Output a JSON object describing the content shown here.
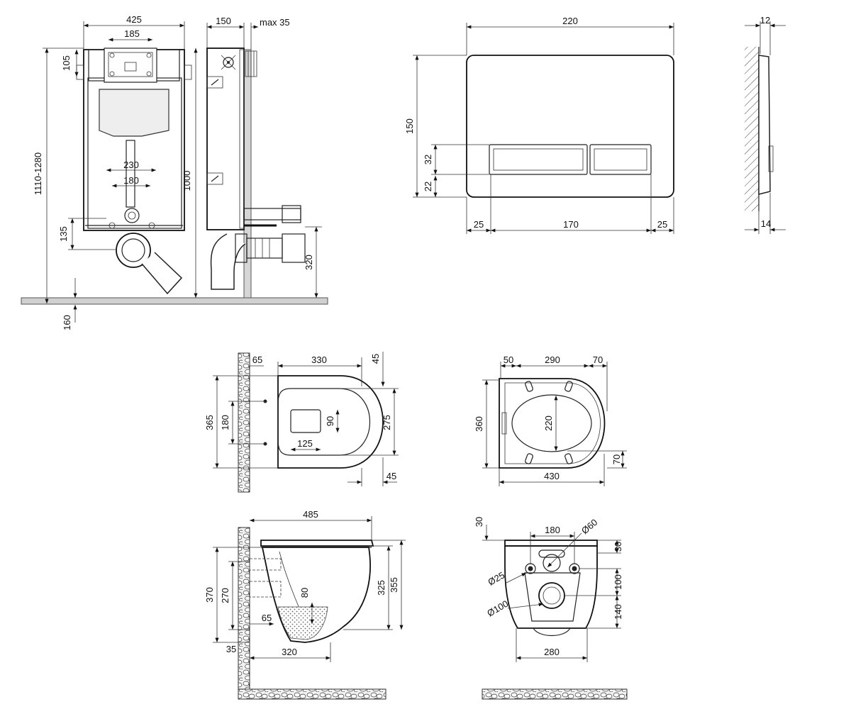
{
  "frame": {
    "front": {
      "w425": "425",
      "w185": "185",
      "h105": "105",
      "h1110": "1110-1280",
      "w230": "230",
      "w180": "180",
      "h135": "135",
      "h160": "160"
    },
    "side": {
      "w150": "150",
      "max35": "max 35",
      "h1000": "1000",
      "h320": "320"
    }
  },
  "plate": {
    "front": {
      "w220": "220",
      "h150": "150",
      "h32": "32",
      "h22": "22",
      "w25a": "25",
      "w170": "170",
      "w25b": "25"
    },
    "side": {
      "w12": "12",
      "w14": "14"
    }
  },
  "toilet_top": {
    "d65": "65",
    "d330": "330",
    "d45a": "45",
    "d365": "365",
    "d180": "180",
    "d90": "90",
    "d125": "125",
    "d275": "275",
    "d45b": "45"
  },
  "seat_top": {
    "d50": "50",
    "d290": "290",
    "d70a": "70",
    "d360": "360",
    "d220": "220",
    "d70b": "70",
    "d430": "430"
  },
  "toilet_side": {
    "d485": "485",
    "d370": "370",
    "d270": "270",
    "d80": "80",
    "d325": "325",
    "d355": "355",
    "d65": "65",
    "d35": "35",
    "d320": "320"
  },
  "toilet_rear": {
    "d30a": "30",
    "d180": "180",
    "phi60": "Ø60",
    "d30b": "30",
    "phi25": "Ø25",
    "d100": "100",
    "phi100": "Ø100",
    "d140": "140",
    "d280": "280"
  }
}
